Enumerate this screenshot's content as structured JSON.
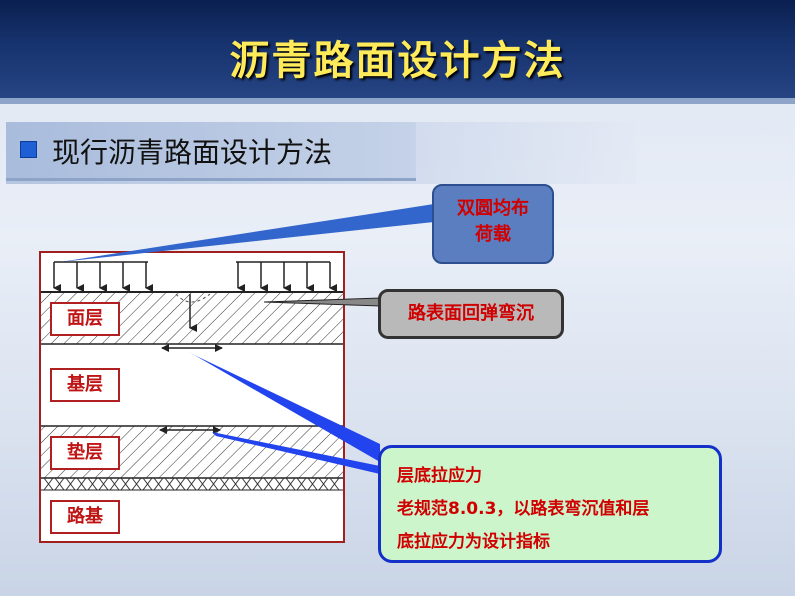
{
  "header": {
    "title": "沥青路面设计方法"
  },
  "section": {
    "subtitle": "现行沥青路面设计方法"
  },
  "diagram": {
    "layers": [
      "面层",
      "基层",
      "垫层",
      "路基"
    ],
    "callouts": {
      "load": "双圆均布荷载",
      "deflection": "路表面回弹弯沉",
      "stress_line1": "层底拉应力",
      "stress_line2": "老规范8.0.3，以路表弯沉值和层",
      "stress_line3": "底拉应力为设计指标"
    }
  },
  "colors": {
    "title": "#ffea5a",
    "label_border": "#b02020",
    "label_text": "#c01515",
    "callout_text": "#d00000",
    "load_box": "#5b7ec0",
    "deflection_box": "#b9b9b9",
    "stress_box": "#ccf5cc",
    "stress_border": "#1530c8"
  }
}
